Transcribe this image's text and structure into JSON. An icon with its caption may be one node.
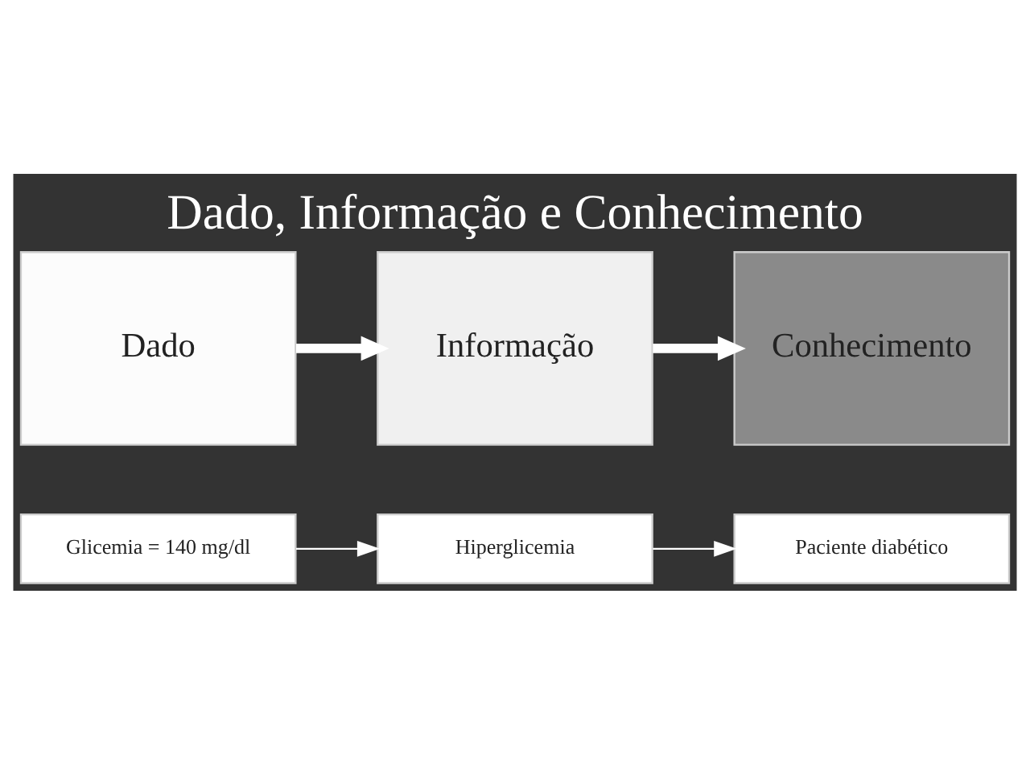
{
  "diagram": {
    "title": "Dado, Informação e Conhecimento",
    "nodes": [
      {
        "text": [
          "Dado"
        ]
      },
      {
        "text": [
          "Informação"
        ]
      },
      {
        "text": [
          "Conhecimento"
        ]
      },
      {
        "text": [
          "Glicemia = 140 mg/dl"
        ]
      },
      {
        "text": [
          "Hiperglicemia"
        ]
      },
      {
        "text": [
          "Paciente diabético"
        ]
      }
    ],
    "edges": [
      {
        "from": 0,
        "to": 1,
        "arrow": "to",
        "style": "thick"
      },
      {
        "from": 1,
        "to": 2,
        "arrow": "to",
        "style": "thick"
      },
      {
        "from": 3,
        "to": 4,
        "arrow": "to"
      },
      {
        "from": 4,
        "to": 5,
        "arrow": "to"
      }
    ]
  }
}
